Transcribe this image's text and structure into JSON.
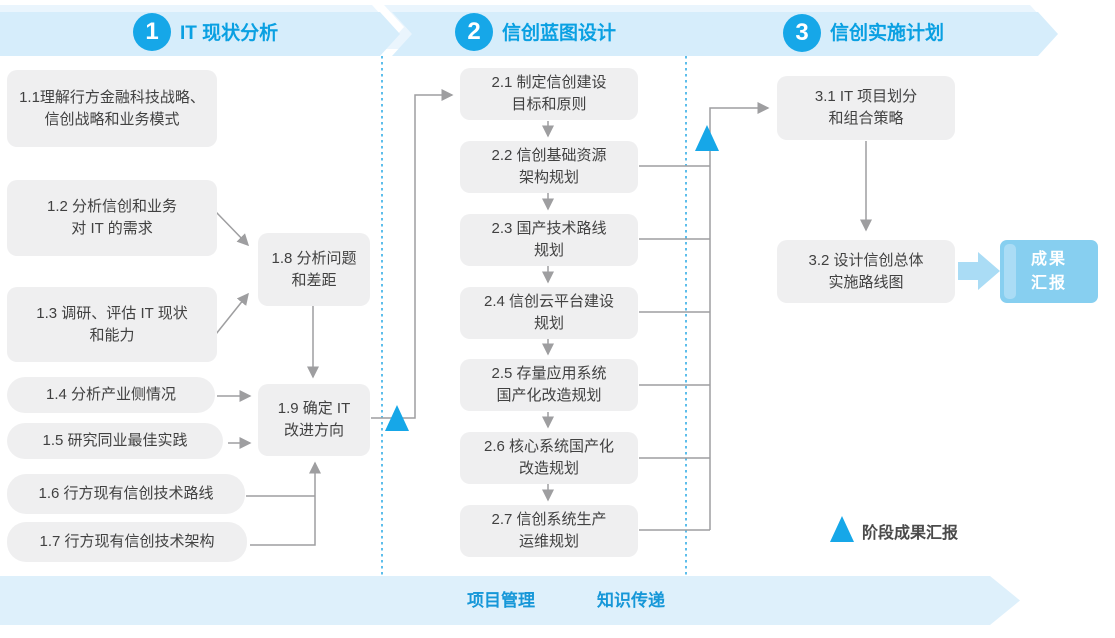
{
  "phases": [
    {
      "number": "1",
      "title": "IT 现状分析"
    },
    {
      "number": "2",
      "title": "信创蓝图设计"
    },
    {
      "number": "3",
      "title": "信创实施计划"
    }
  ],
  "steps": {
    "s1_1": "1.1理解行方金融科技战略、\n信创战略和业务模式",
    "s1_2": "1.2 分析信创和业务\n对 IT 的需求",
    "s1_3": "1.3 调研、评估 IT 现状\n和能力",
    "s1_4": "1.4 分析产业侧情况",
    "s1_5": "1.5 研究同业最佳实践",
    "s1_6": "1.6 行方现有信创技术路线",
    "s1_7": "1.7 行方现有信创技术架构",
    "s1_8": "1.8 分析问题\n和差距",
    "s1_9": "1.9 确定 IT\n改进方向",
    "s2_1": "2.1 制定信创建设\n目标和原则",
    "s2_2": "2.2 信创基础资源\n架构规划",
    "s2_3": "2.3 国产技术路线\n规划",
    "s2_4": "2.4 信创云平台建设\n规划",
    "s2_5": "2.5 存量应用系统\n国产化改造规划",
    "s2_6": "2.6 核心系统国产化\n改造规划",
    "s2_7": "2.7 信创系统生产\n运维规划",
    "s3_1": "3.1 IT 项目划分\n和组合策略",
    "s3_2": "3.2 设计信创总体\n实施路线图"
  },
  "result_box": "成果\n汇报",
  "legend": {
    "milestone": "阶段成果汇报"
  },
  "footer": {
    "left": "项目管理",
    "right": "知识传递"
  },
  "colors": {
    "accent_blue": "#16a7e8",
    "phase_title_blue": "#0aa0e2",
    "banner_bg": "#d6edfb",
    "banner_echo_bg": "#eaf5fd",
    "footer_bg": "#def0fb",
    "footer_text": "#1697d8",
    "box_bg": "#efeff0",
    "box_text": "#414141",
    "connector_gray": "#9e9ea0",
    "result_box_bg": "#87cff0",
    "dotted_line_blue": "#35aee6"
  }
}
